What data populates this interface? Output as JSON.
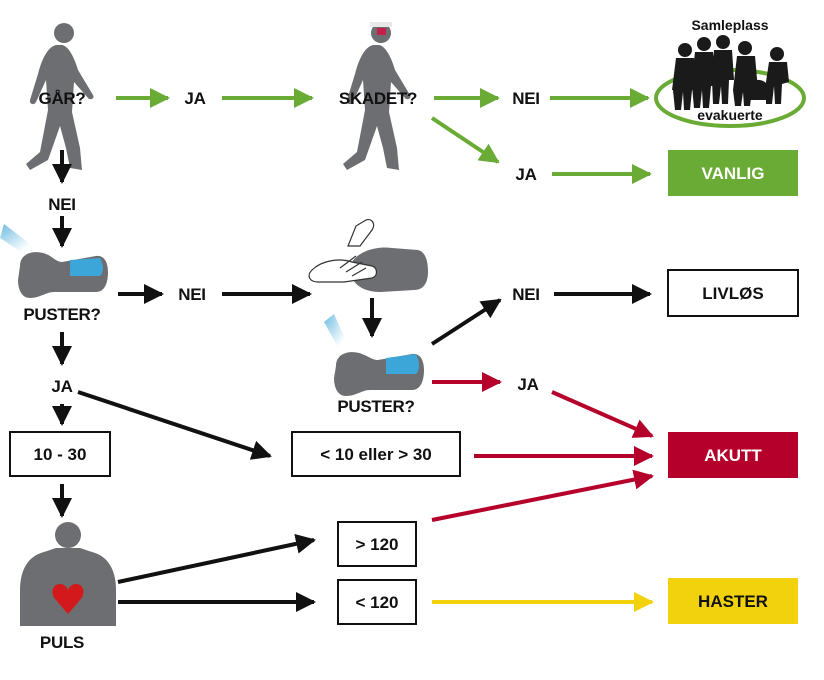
{
  "colors": {
    "green": "#6aab35",
    "red": "#b5002b",
    "yellow": "#f2d20c",
    "black": "#111111",
    "figure": "#6d6e71",
    "blue_highlight": "#3ca6d8",
    "heart": "#d4191c"
  },
  "labels": {
    "gar": "GÅR?",
    "ja_1": "JA",
    "skadet": "SKADET?",
    "nei_1": "NEI",
    "ja_2": "JA",
    "nei_2": "NEI",
    "puster_1": "PUSTER?",
    "nei_3": "NEI",
    "nei_4": "NEI",
    "ja_3": "JA",
    "puster_2": "PUSTER?",
    "ja_4": "JA",
    "puls": "PULS"
  },
  "boxes": {
    "range_normal": "10 - 30",
    "range_abnormal": "< 10 eller > 30",
    "pulse_high": "> 120",
    "pulse_low": "< 120"
  },
  "outcomes": {
    "vanlig": "VANLIG",
    "livlos": "LIVLØS",
    "akutt": "AKUTT",
    "haster": "HASTER"
  },
  "assembly": {
    "title": "Samleplass",
    "subtitle": "evakuerte"
  },
  "icons": [
    "walking-person-icon",
    "injured-walking-person-icon",
    "group-of-people-icon",
    "lying-person-icon",
    "hands-head-tilt-icon",
    "heart-torso-icon"
  ]
}
